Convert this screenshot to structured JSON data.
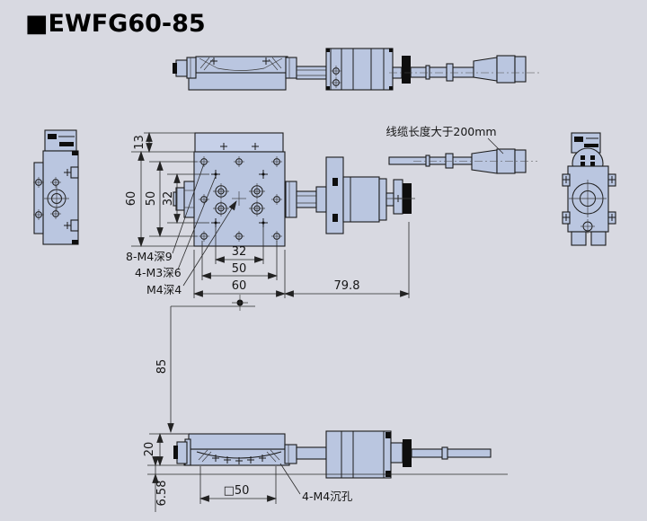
{
  "title": "■EWFG60-85",
  "colors": {
    "background": "#d8d9e1",
    "part_fill": "#bac6e0",
    "line": "#1c1c1c"
  },
  "views": {
    "plan": {
      "dim_13": "13",
      "dim_60_v": "60",
      "dim_50_v": "50",
      "dim_32_v": "32",
      "dim_32_h": "32",
      "dim_50_h": "50",
      "dim_60_h": "60",
      "label_8_m4": "8-M4深9",
      "label_4_m3": "4-M3深6",
      "label_m4": "M4深4"
    },
    "motor": {
      "dim_length": "79.8",
      "cable_note": "线缆长度大于200mm"
    },
    "front": {
      "dim_85": "85",
      "dim_20": "20",
      "dim_658": "6.58",
      "dim_sq50": "□50",
      "label_4_m4_cb": "4-M4沉孔"
    }
  }
}
